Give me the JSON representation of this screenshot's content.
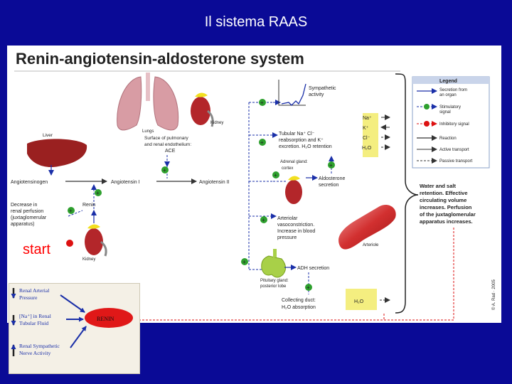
{
  "slide": {
    "title": "Il sistema RAAS",
    "start_label": "start"
  },
  "diagram": {
    "title": "Renin-angiotensin-aldosterone system",
    "lungs": "Lungs",
    "kidney_top": "Kidney",
    "ace_line1": "Surface of pulmonary",
    "ace_line2": "and renal endothelium:",
    "ace_line3": "ACE",
    "liver": "Liver",
    "angiotensinogen": "Angiotensinogen",
    "angiotensin1": "Angiotensin I",
    "angiotensin2": "Angiotensin II",
    "renin": "Renin",
    "decrease_line1": "Decrease in",
    "decrease_line2": "renal perfusion",
    "decrease_line3": "(juxtaglomerular",
    "decrease_line4": "apparatus)",
    "kidney_bottom": "Kidney",
    "symp_line1": "Sympathetic",
    "symp_line2": "activity",
    "tubular_line1": "Tubular Na⁺ Cl⁻",
    "tubular_line2": "reabsorption and K⁺",
    "tubular_line3": "excretion. H₂O retention",
    "ions": [
      "Na⁺",
      "K⁺",
      "Cl⁻",
      "H₂O"
    ],
    "adrenal_line1": "Adrenal gland:",
    "adrenal_line2": "cortex",
    "aldo_line1": "Aldosterone",
    "aldo_line2": "secretion",
    "arteriolar_line1": "Arteriolar",
    "arteriolar_line2": "vasoconstriction.",
    "arteriolar_line3": "Increase in blood",
    "arteriolar_line4": "pressure",
    "arteriole": "Arteriole",
    "pituitary_line1": "Pituitary gland:",
    "pituitary_line2": "posterior lobe",
    "adh": "ADH secretion",
    "collect_line1": "Collecting duct:",
    "collect_line2": "H₂O absorption",
    "h2o": "H₂O",
    "result_line1": "Water and salt",
    "result_line2": "retention. Effective",
    "result_line3": "circulating volume",
    "result_line4": "increases. Perfusion",
    "result_line5": "of the juxtaglomerular",
    "result_line6": "apparatus increases.",
    "copyright": "© A. Rad · 2005",
    "plus": "+"
  },
  "legend": {
    "title": "Legend",
    "items": [
      {
        "line1": "Secretion from",
        "line2": "an organ"
      },
      {
        "line1": "Stimulatory",
        "line2": "signal"
      },
      {
        "line1": "Inhibitory signal",
        "line2": ""
      },
      {
        "line1": "Reaction",
        "line2": ""
      },
      {
        "line1": "Active transport",
        "line2": ""
      },
      {
        "line1": "Passive transport",
        "line2": ""
      }
    ]
  },
  "inset": {
    "line1a": "Renal Arterial",
    "line1b": "Pressure",
    "line2a": "[Na⁺] in Renal",
    "line2b": "Tubular Fluid",
    "line3a": "Renal Sympathetic",
    "line3b": "Nerve Activity",
    "renin": "RENIN"
  },
  "colors": {
    "background": "#0a0a96",
    "stimulatory": "#2ea02e",
    "inhibitory": "#dd1111",
    "flow": "#1a2fa8"
  }
}
